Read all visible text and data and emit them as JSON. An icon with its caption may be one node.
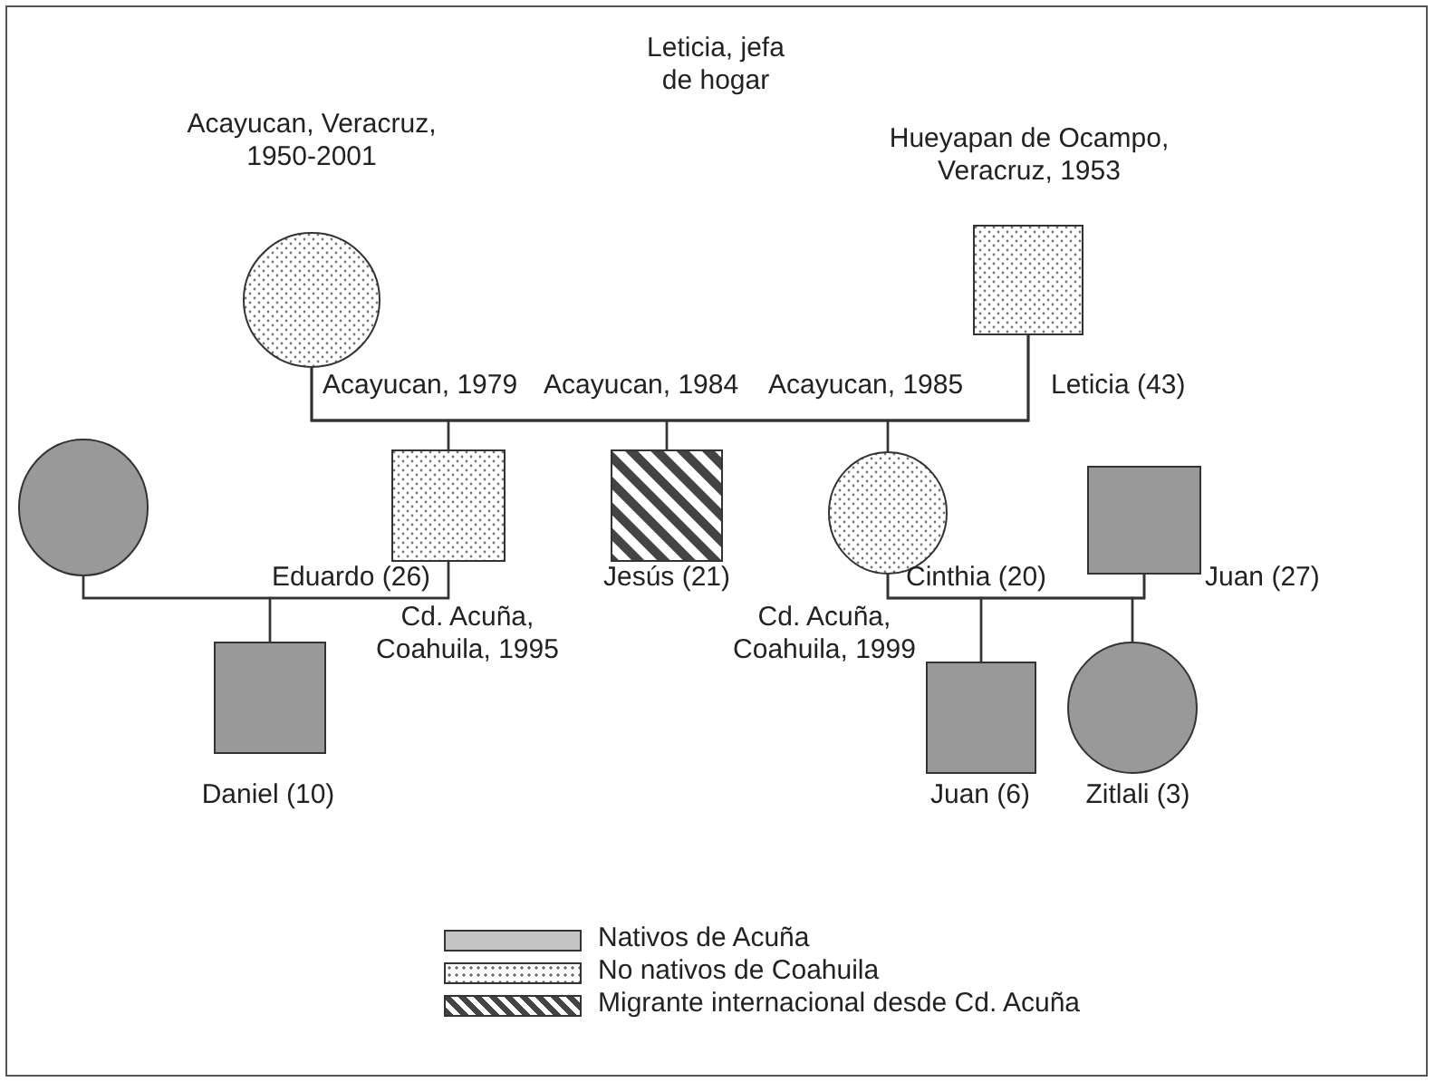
{
  "diagram": {
    "nodes": [
      {
        "text": [],
        "shape": "circle",
        "beside": [
          "Acayucan, Veracruz, 1950-2001"
        ]
      },
      {
        "text": [],
        "shape": "box",
        "beside": [
          "Hueyapan de Ocampo, Veracruz, 1953",
          "Leticia (43)"
        ]
      },
      {
        "text": [],
        "shape": "circle"
      },
      {
        "text": [],
        "shape": "box",
        "beside": [
          "Eduardo (26)",
          "Cd. Acuña, Coahuila, 1995"
        ]
      },
      {
        "text": [],
        "shape": "box",
        "beside": [
          "Jesús (21)"
        ]
      },
      {
        "text": [],
        "shape": "circle",
        "beside": [
          "Cinthia (20)",
          "Cd. Acuña, Coahuila, 1999"
        ]
      },
      {
        "text": [],
        "shape": "box",
        "beside": [
          "Juan (27)"
        ]
      },
      {
        "text": [],
        "shape": "box",
        "beside": [
          "Daniel (10)"
        ]
      },
      {
        "text": [],
        "shape": "box",
        "beside": [
          "Juan (6)"
        ]
      },
      {
        "text": [],
        "shape": "circle",
        "beside": [
          "Zitlali (3)"
        ]
      }
    ],
    "edges": [
      {
        "from": 0,
        "to": 1,
        "arrow": "none"
      },
      {
        "from": 0,
        "to": 3,
        "arrow": "none"
      },
      {
        "from": 1,
        "to": 3,
        "arrow": "none"
      },
      {
        "from": 0,
        "to": 4,
        "arrow": "none"
      },
      {
        "from": 1,
        "to": 4,
        "arrow": "none"
      },
      {
        "from": 0,
        "to": 5,
        "arrow": "none"
      },
      {
        "from": 1,
        "to": 5,
        "arrow": "none"
      },
      {
        "from": 2,
        "to": 3,
        "arrow": "none"
      },
      {
        "from": 2,
        "to": 7,
        "arrow": "none"
      },
      {
        "from": 3,
        "to": 7,
        "arrow": "none"
      },
      {
        "from": 5,
        "to": 6,
        "arrow": "none"
      },
      {
        "from": 5,
        "to": 8,
        "arrow": "none"
      },
      {
        "from": 6,
        "to": 8,
        "arrow": "none"
      },
      {
        "from": 5,
        "to": 9,
        "arrow": "none"
      },
      {
        "from": 6,
        "to": 9,
        "arrow": "none"
      }
    ],
    "labels": [
      "Leticia, jefa de hogar",
      "Acayucan, 1979",
      "Acayucan, 1984",
      "Acayucan, 1985"
    ],
    "legend": [
      {
        "text": "Nativos de Acuña",
        "color": "#c4c4c4"
      },
      {
        "text": "No nativos de Coahuila"
      },
      {
        "text": "Migrante internacional desde Cd. Acuña"
      }
    ]
  }
}
